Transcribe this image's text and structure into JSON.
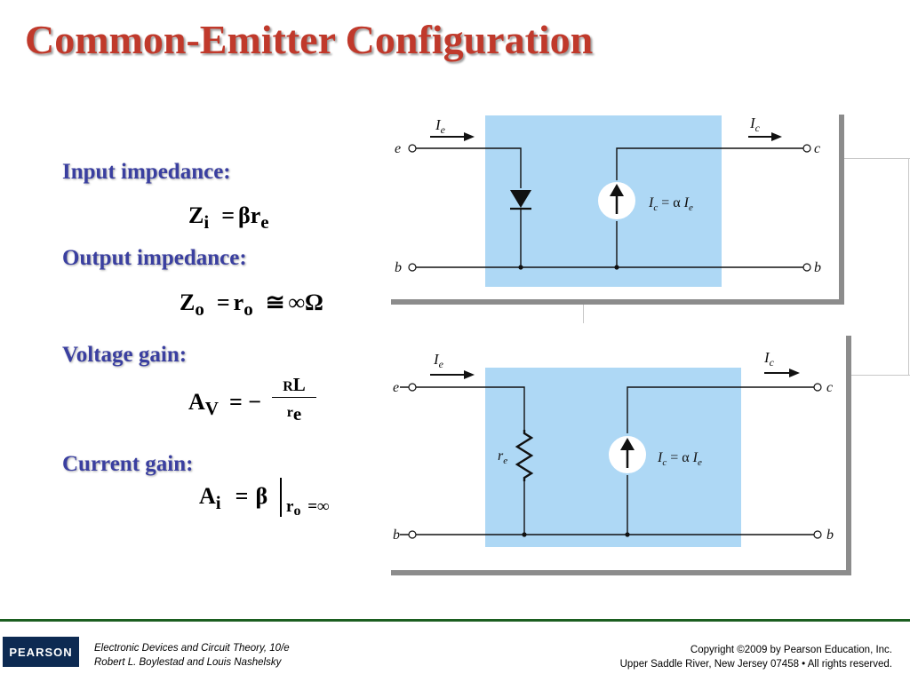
{
  "slide": {
    "title": "Common-Emitter Configuration",
    "sections": {
      "input_impedance": {
        "heading": "Input impedance:",
        "lhs": "Z",
        "lhs_sub": "i",
        "eq": "=",
        "rhs": "βr",
        "rhs_sub": "e"
      },
      "output_impedance": {
        "heading": "Output impedance:",
        "lhs": "Z",
        "lhs_sub": "o",
        "eq": "=",
        "r": "r",
        "r_sub": "o",
        "approx": "≅",
        "value": "∞Ω"
      },
      "voltage_gain": {
        "heading": "Voltage gain:",
        "lhs": "A",
        "lhs_sub": "V",
        "eq": "= −",
        "num": "R",
        "num_sub": "L",
        "den": "r",
        "den_sub": "e"
      },
      "current_gain": {
        "heading": "Current gain:",
        "lhs": "A",
        "lhs_sub": "i",
        "eq": "=",
        "rhs": "β",
        "cond": "r",
        "cond_sub": "o",
        "cond_eq": "=∞"
      }
    }
  },
  "circuit_top": {
    "input_current": "I",
    "input_current_sub": "e",
    "output_current": "I",
    "output_current_sub": "c",
    "node_e": "e",
    "node_c": "c",
    "node_b_left": "b",
    "node_b_right": "b",
    "source_label_a": "I",
    "source_label_a_sub": "c",
    "source_label_eq": " = α ",
    "source_label_b": "I",
    "source_label_b_sub": "e"
  },
  "circuit_bottom": {
    "input_current": "I",
    "input_current_sub": "e",
    "output_current": "I",
    "output_current_sub": "c",
    "node_e": "e",
    "node_c": "c",
    "node_b_left": "b",
    "node_b_right": "b",
    "resistor": "r",
    "resistor_sub": "e",
    "source_label_a": "I",
    "source_label_a_sub": "c",
    "source_label_eq": " = α ",
    "source_label_b": "I",
    "source_label_b_sub": "e"
  },
  "footer": {
    "logo": "PEARSON",
    "book_line1": "Electronic Devices and Circuit Theory, 10/e",
    "book_line2": "Robert L. Boylestad and Louis Nashelsky",
    "copyright_line1": "Copyright ©2009 by Pearson Education, Inc.",
    "copyright_line2": "Upper Saddle River, New Jersey 07458 • All rights reserved."
  },
  "colors": {
    "title": "#c0392b",
    "heading": "#3a3fa0",
    "panel": "#aed8f5",
    "footer_rule": "#1b5e20",
    "logo_bg": "#0d2a52"
  }
}
